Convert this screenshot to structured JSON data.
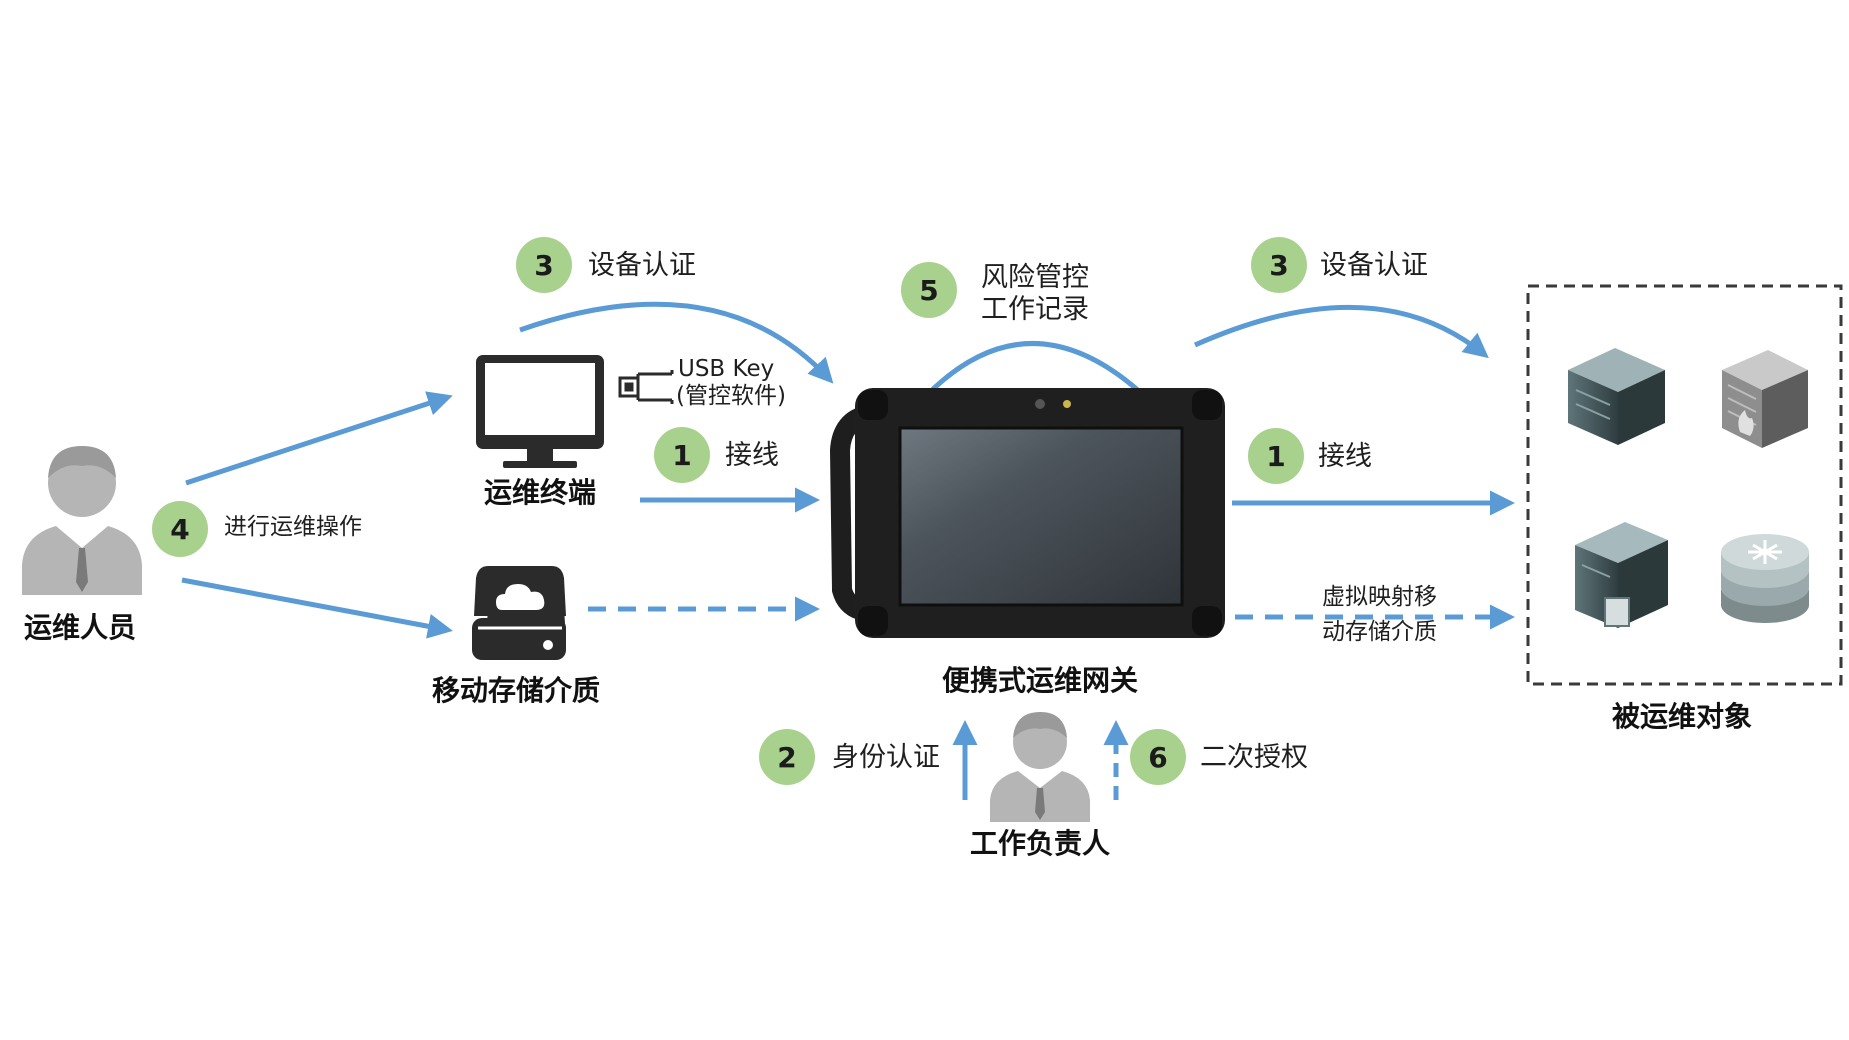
{
  "colors": {
    "arrow": "#5b9bd5",
    "badge": "#a9d18e",
    "person": "#b5b5b5",
    "device": "#2b2b2b"
  },
  "actors": {
    "operator": "运维人员",
    "terminal": "运维终端",
    "storage": "移动存储介质",
    "gateway": "便携式运维网关",
    "supervisor": "工作负责人",
    "targets": "被运维对象"
  },
  "usb_key": {
    "line1": "USB Key",
    "line2": "(管控软件)"
  },
  "steps": [
    {
      "num": "3",
      "text": "设备认证"
    },
    {
      "num": "5",
      "line1": "风险管控",
      "line2": "工作记录"
    },
    {
      "num": "3",
      "text": "设备认证"
    },
    {
      "num": "1",
      "text": "接线"
    },
    {
      "num": "1",
      "text": "接线"
    },
    {
      "num": "4",
      "text": "进行运维操作"
    },
    {
      "num": "2",
      "text": "身份认证"
    },
    {
      "num": "6",
      "text": "二次授权"
    }
  ],
  "virtual_map": {
    "line1": "虚拟映射移",
    "line2": "动存储介质"
  },
  "icons": [
    "person-icon",
    "monitor-icon",
    "usb-key-icon",
    "drive-icon",
    "tablet-icon",
    "server-icon",
    "firewall-icon",
    "tower-server-icon",
    "router-icon"
  ]
}
